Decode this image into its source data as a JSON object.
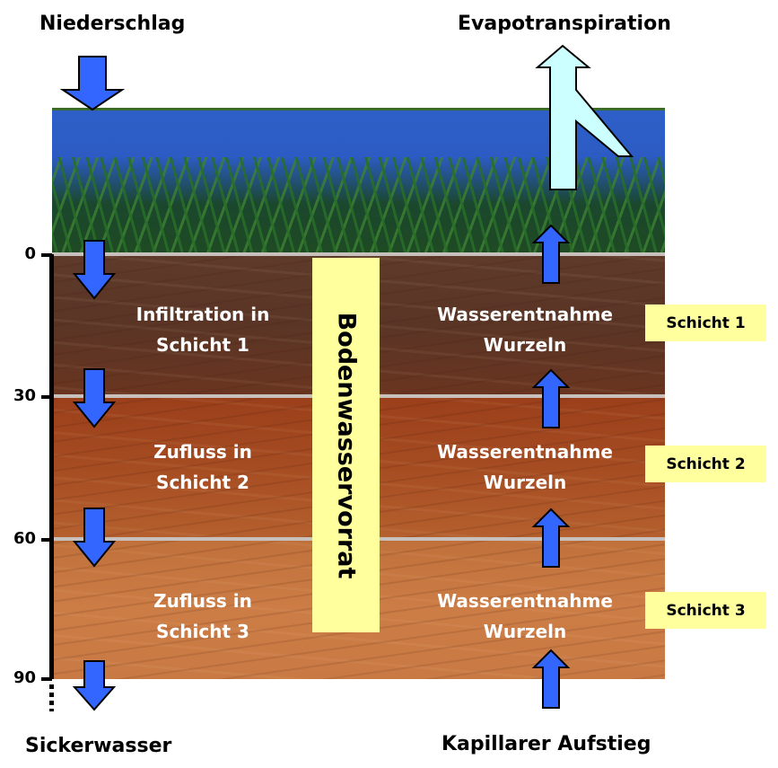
{
  "titles": {
    "precipitation": "Niederschlag",
    "evapotranspiration": "Evapotranspiration",
    "seepage": "Sickerwasser",
    "capillary_rise": "Kapillarer Aufstieg"
  },
  "depth_axis": {
    "ticks": [
      "0",
      "30",
      "60",
      "90"
    ],
    "continues_below": true
  },
  "storage_label": "Bodenwasservorrat",
  "layers": [
    {
      "name": "Schicht 1",
      "inflow_label_line1": "Infiltration in",
      "inflow_label_line2": "Schicht 1",
      "uptake_label_line1": "Wasserentnahme",
      "uptake_label_line2": "Wurzeln"
    },
    {
      "name": "Schicht 2",
      "inflow_label_line1": "Zufluss in",
      "inflow_label_line2": "Schicht 2",
      "uptake_label_line1": "Wasserentnahme",
      "uptake_label_line2": "Wurzeln"
    },
    {
      "name": "Schicht 3",
      "inflow_label_line1": "Zufluss in",
      "inflow_label_line2": "Schicht 3",
      "uptake_label_line1": "Wasserentnahme",
      "uptake_label_line2": "Wurzeln"
    }
  ],
  "colors": {
    "flow_arrow": "#3366ff",
    "evapotranspiration_arrow": "#ccffff",
    "label_box": "#ffff9e",
    "sky": "#2e5fc8"
  }
}
